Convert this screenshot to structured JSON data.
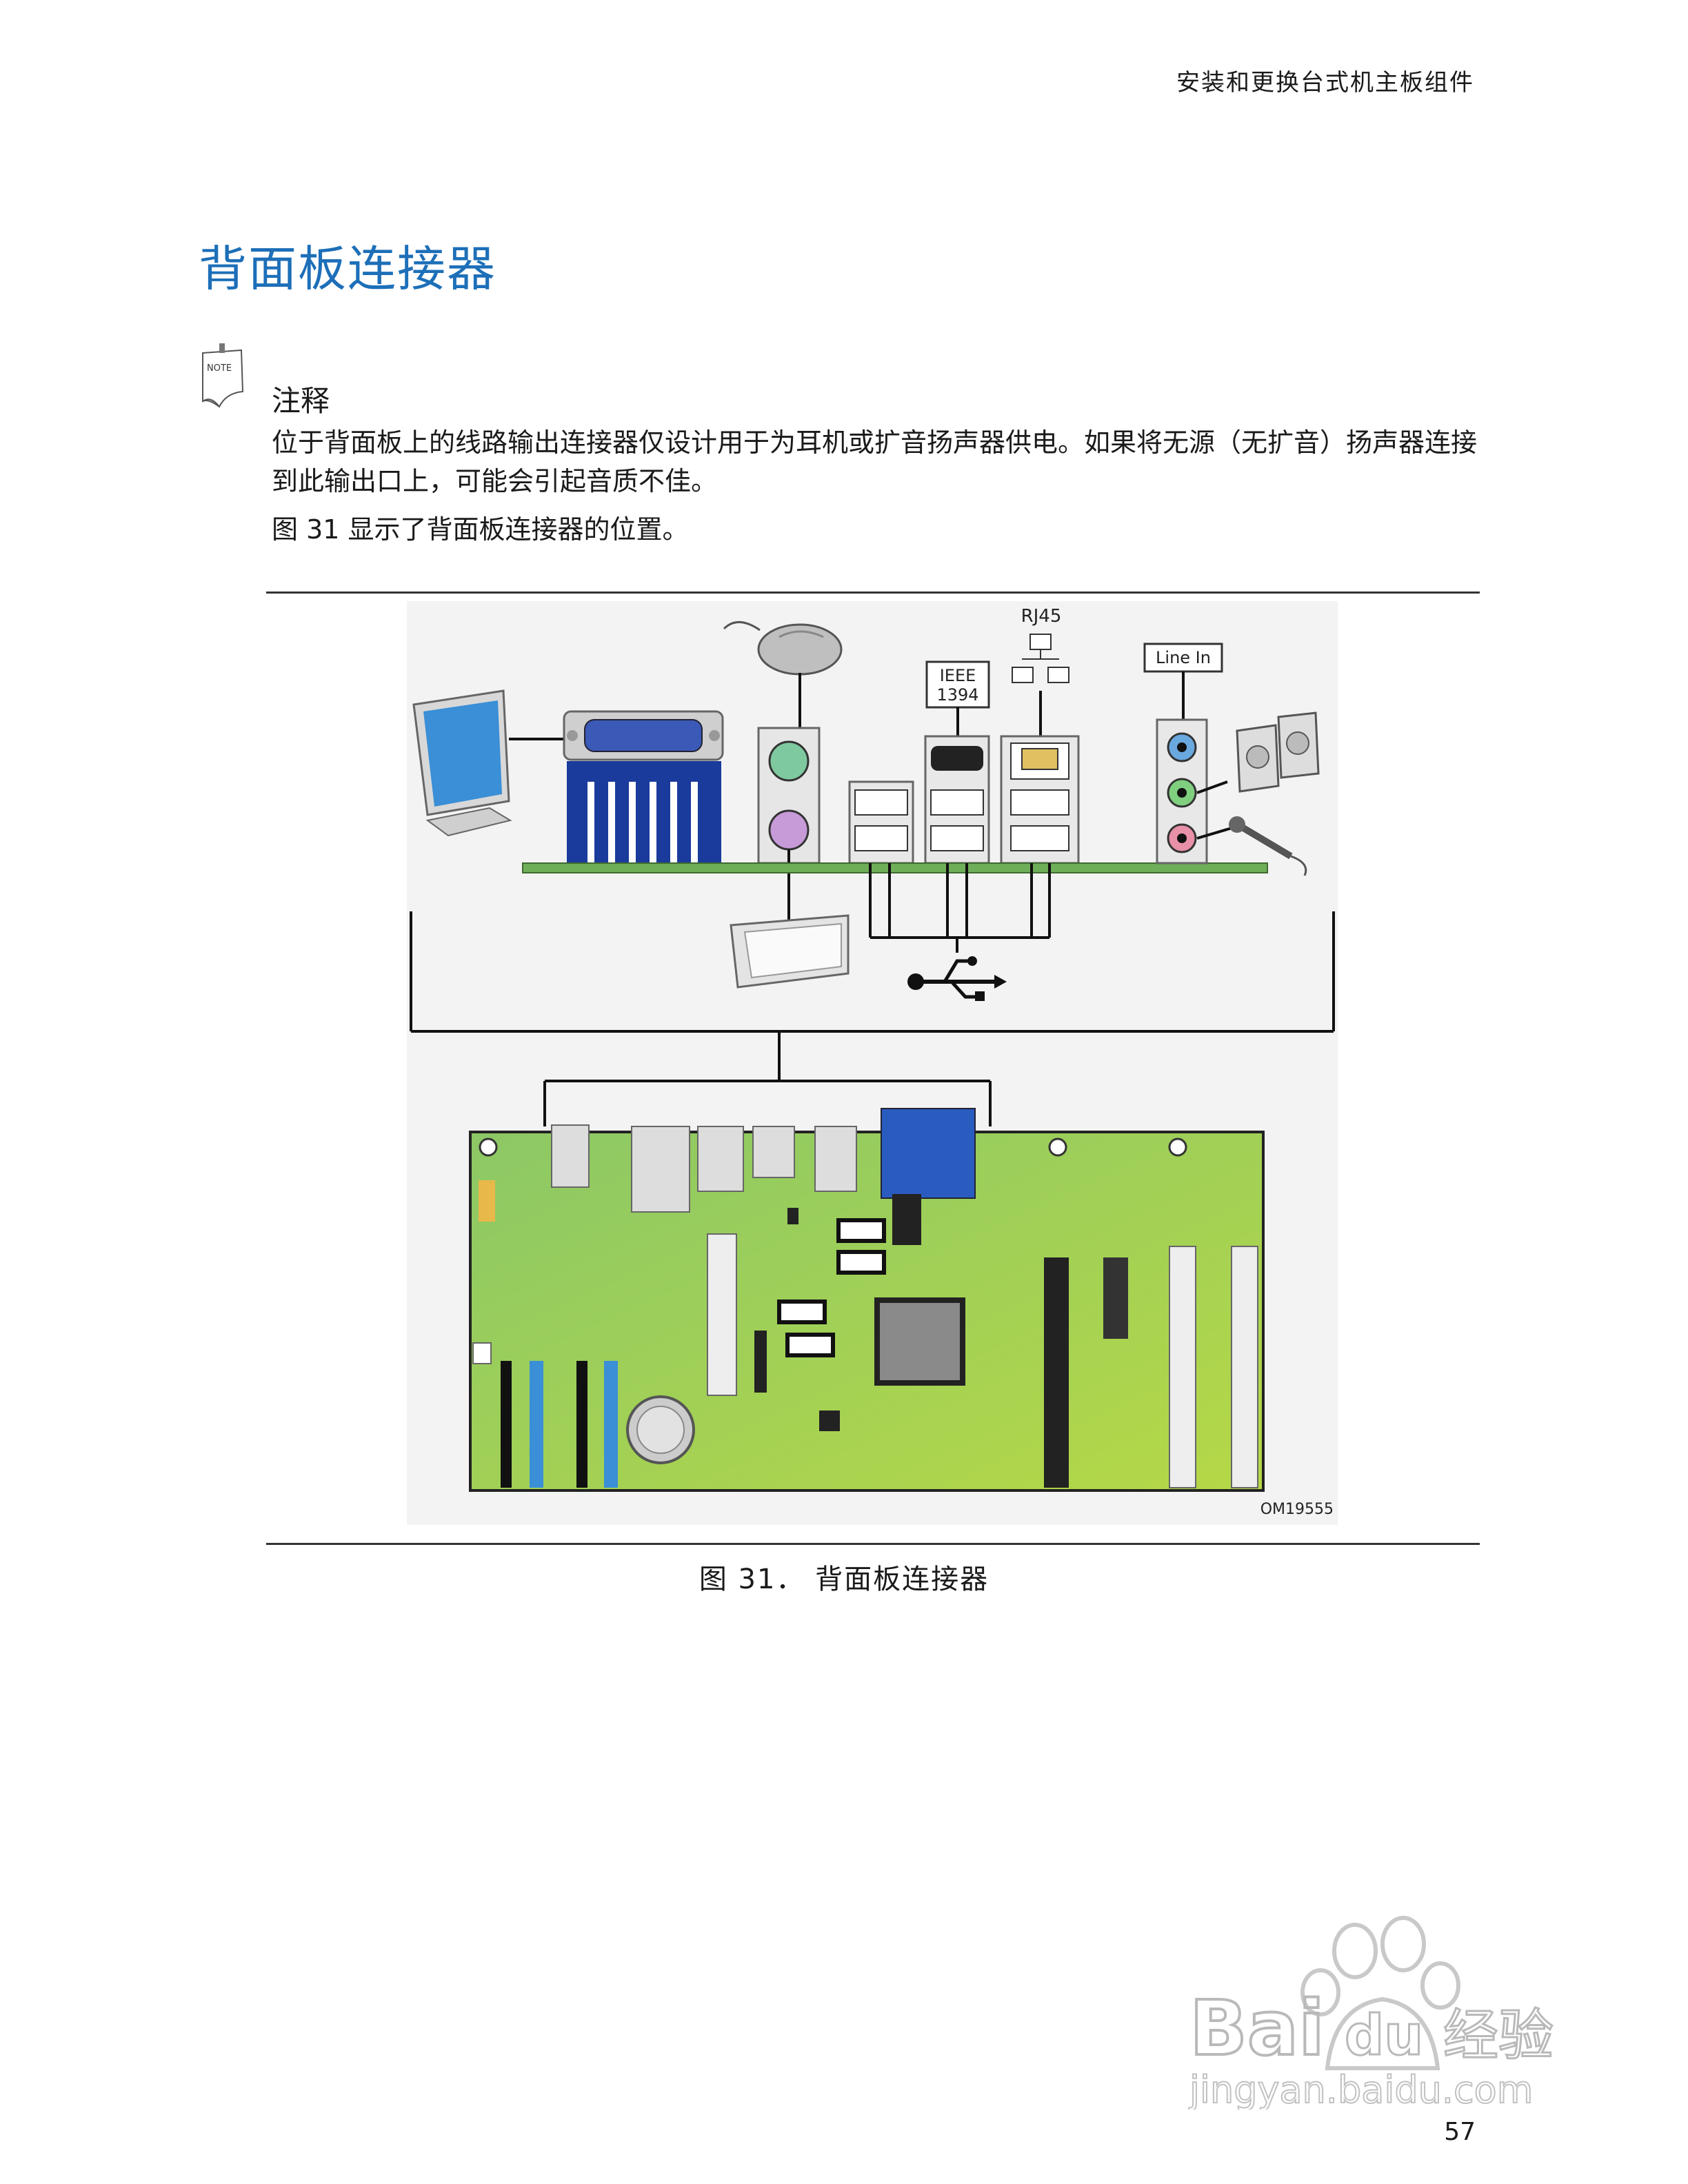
{
  "header": {
    "running_title": "安装和更换台式机主板组件"
  },
  "section_title": "背面板连接器",
  "note": {
    "icon_text": "NOTE",
    "label": "注释",
    "text": "位于背面板上的线路输出连接器仅设计用于为耳机或扩音扬声器供电。如果将无源（无扩音）扬声器连接到此输出口上，可能会引起音质不佳。"
  },
  "intro": "图 31 显示了背面板连接器的位置。",
  "figure": {
    "labels": {
      "rj45": "RJ45",
      "ieee_line1": "IEEE",
      "ieee_line2": "1394",
      "line_in": "Line In",
      "om": "OM19555"
    },
    "icons": [
      "monitor-icon",
      "mouse-icon",
      "keyboard-icon",
      "network-icon",
      "speakers-icon",
      "microphone-icon",
      "usb-icon"
    ]
  },
  "caption": "图 31． 背面板连接器",
  "page_number": "57",
  "watermark": {
    "brand": "Bai",
    "brand2": "du",
    "cn": "经验",
    "url": "jingyan.baidu.com"
  }
}
